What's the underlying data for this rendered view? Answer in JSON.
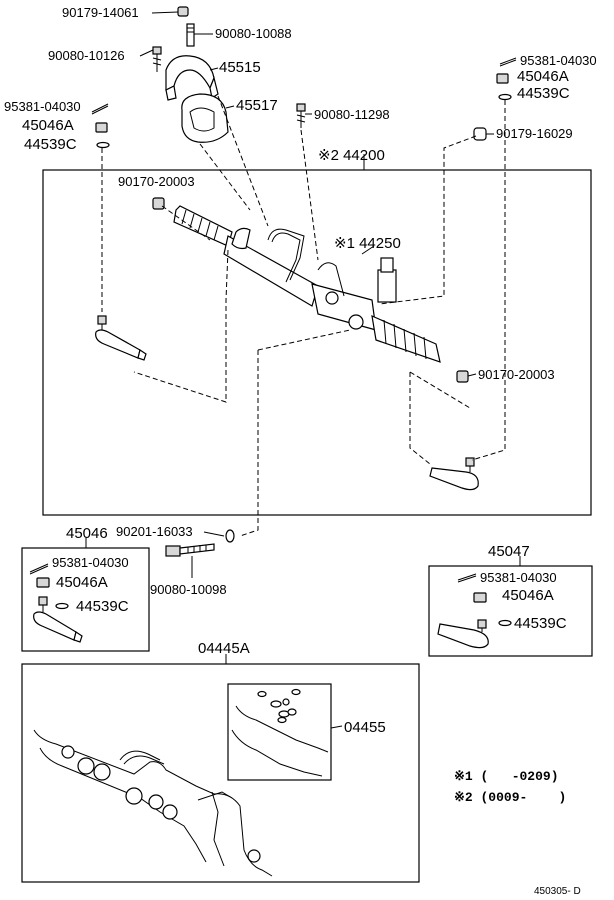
{
  "labels": {
    "p90179_14061": "90179-14061",
    "p90080_10088": "90080-10088",
    "p90080_10126": "90080-10126",
    "p45515": "45515",
    "p45517": "45517",
    "p95381_top_left": "95381-04030",
    "p45046A_top_left": "45046A",
    "p44539C_top_left": "44539C",
    "p90080_11298": "90080-11298",
    "p95381_top_right": "95381-04030",
    "p45046A_top_right": "45046A",
    "p44539C_top_right": "44539C",
    "p90179_16029": "90179-16029",
    "p44200": "※2 44200",
    "p90170_20003_a": "90170-20003",
    "p44250": "※1 44250",
    "p90170_20003_b": "90170-20003",
    "p90201_16033": "90201-16033",
    "p90080_10098": "90080-10098",
    "p45046": "45046",
    "p45046_95381": "95381-04030",
    "p45046_45046A": "45046A",
    "p45046_44539C": "44539C",
    "p45047": "45047",
    "p45047_95381": "95381-04030",
    "p45047_45046A": "45046A",
    "p45047_44539C": "44539C",
    "p04445A": "04445A",
    "p04455": "04455"
  },
  "notes": {
    "note1": "※1 (   -0209)",
    "note2": "※2 (0009-    )"
  },
  "figure_code": "450305- D"
}
